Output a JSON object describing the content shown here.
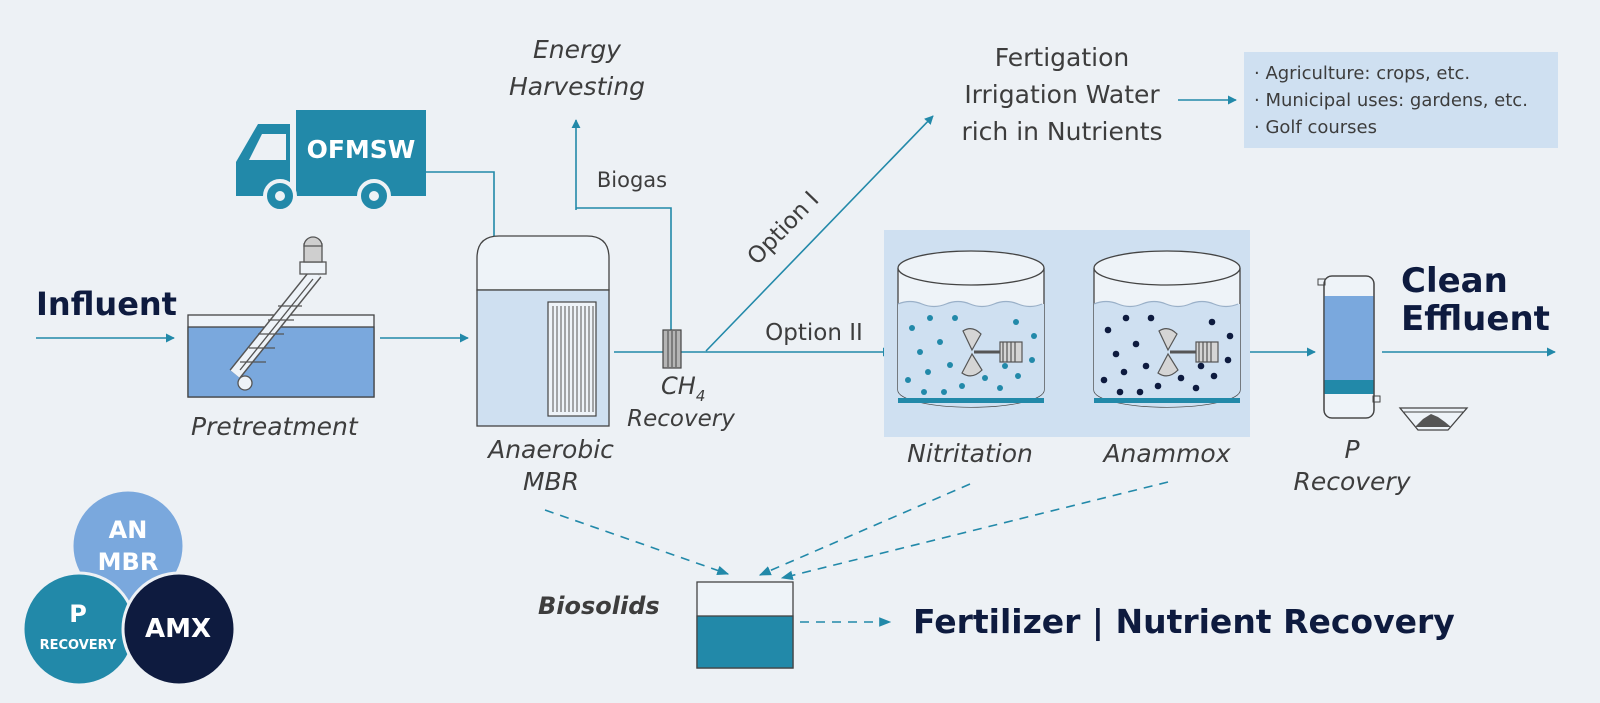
{
  "colors": {
    "background": "#edf1f5",
    "teal": "#2289a9",
    "light_blue": "#7aa8dd",
    "pale_blue": "#cfe0f1",
    "navy": "#0e1b3f",
    "text_gray": "#3d3d3d"
  },
  "labels": {
    "influent": "Influent",
    "pretreatment": "Pretreatment",
    "ofmsw": "OFMSW",
    "energy_line1": "Energy",
    "energy_line2": "Harvesting",
    "biogas": "Biogas",
    "anmbr_line1": "Anaerobic",
    "anmbr_line2": "MBR",
    "ch4_main": "CH",
    "ch4_sub": "4",
    "ch4_line2": "Recovery",
    "option1": "Option I",
    "option2": "Option II",
    "fertigation_line1": "Fertigation",
    "fertigation_line2": "Irrigation Water",
    "fertigation_line3": "rich in Nutrients",
    "nitritation": "Nitritation",
    "anammox": "Anammox",
    "p_line1": "P",
    "p_line2": "Recovery",
    "clean_line1": "Clean",
    "clean_line2": "Effluent",
    "biosolids": "Biosolids",
    "fertilizer": "Fertilizer | Nutrient Recovery"
  },
  "uses": [
    "· Agriculture: crops, etc.",
    "· Municipal uses: gardens, etc.",
    "· Golf courses"
  ],
  "venn": {
    "anmbr_line1": "AN",
    "anmbr_line2": "MBR",
    "p_main": "P",
    "p_sub": "RECOVERY",
    "amx": "AMX"
  }
}
